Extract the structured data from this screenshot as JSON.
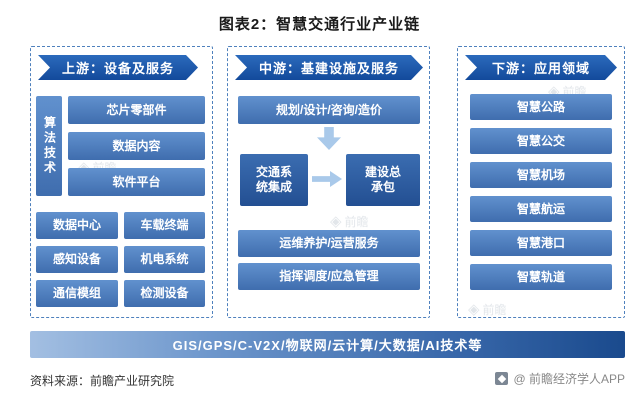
{
  "title": "图表2：智慧交通行业产业链",
  "upstream": {
    "header": "上游：设备及服务",
    "algo": "算法技术",
    "services": [
      "芯片零部件",
      "数据内容",
      "软件平台"
    ],
    "devices": [
      "数据中心",
      "车载终端",
      "感知设备",
      "机电系统",
      "通信模组",
      "检测设备"
    ]
  },
  "midstream": {
    "header": "中游：基建设施及服务",
    "planning": "规划/设计/咨询/造价",
    "integration": "交通系统集成",
    "contracting": "建设总承包",
    "operations": [
      "运维养护/运营服务",
      "指挥调度/应急管理"
    ]
  },
  "downstream": {
    "header": "下游：应用领域",
    "fields": [
      "智慧公路",
      "智慧公交",
      "智慧机场",
      "智慧航运",
      "智慧港口",
      "智慧轨道"
    ]
  },
  "technologies_banner": "GIS/GPS/C-V2X/物联网/云计算/大数据/AI技术等",
  "footer": {
    "source": "资料来源：前瞻产业研究院",
    "credit": "@ 前瞻经济学人APP"
  },
  "watermark": {
    "glyph": "◈",
    "text": "前瞻"
  },
  "colors": {
    "header_blue": "#1b5bab",
    "box_blue": "#4a7ec1",
    "dark_box_blue": "#2a5c9f",
    "arrow_light_blue": "#a9c9ea",
    "dashed_border": "#4f81bd",
    "banner_gradient_start": "#9ab9de",
    "banner_gradient_end": "#1a4a8d",
    "background": "#ffffff"
  }
}
